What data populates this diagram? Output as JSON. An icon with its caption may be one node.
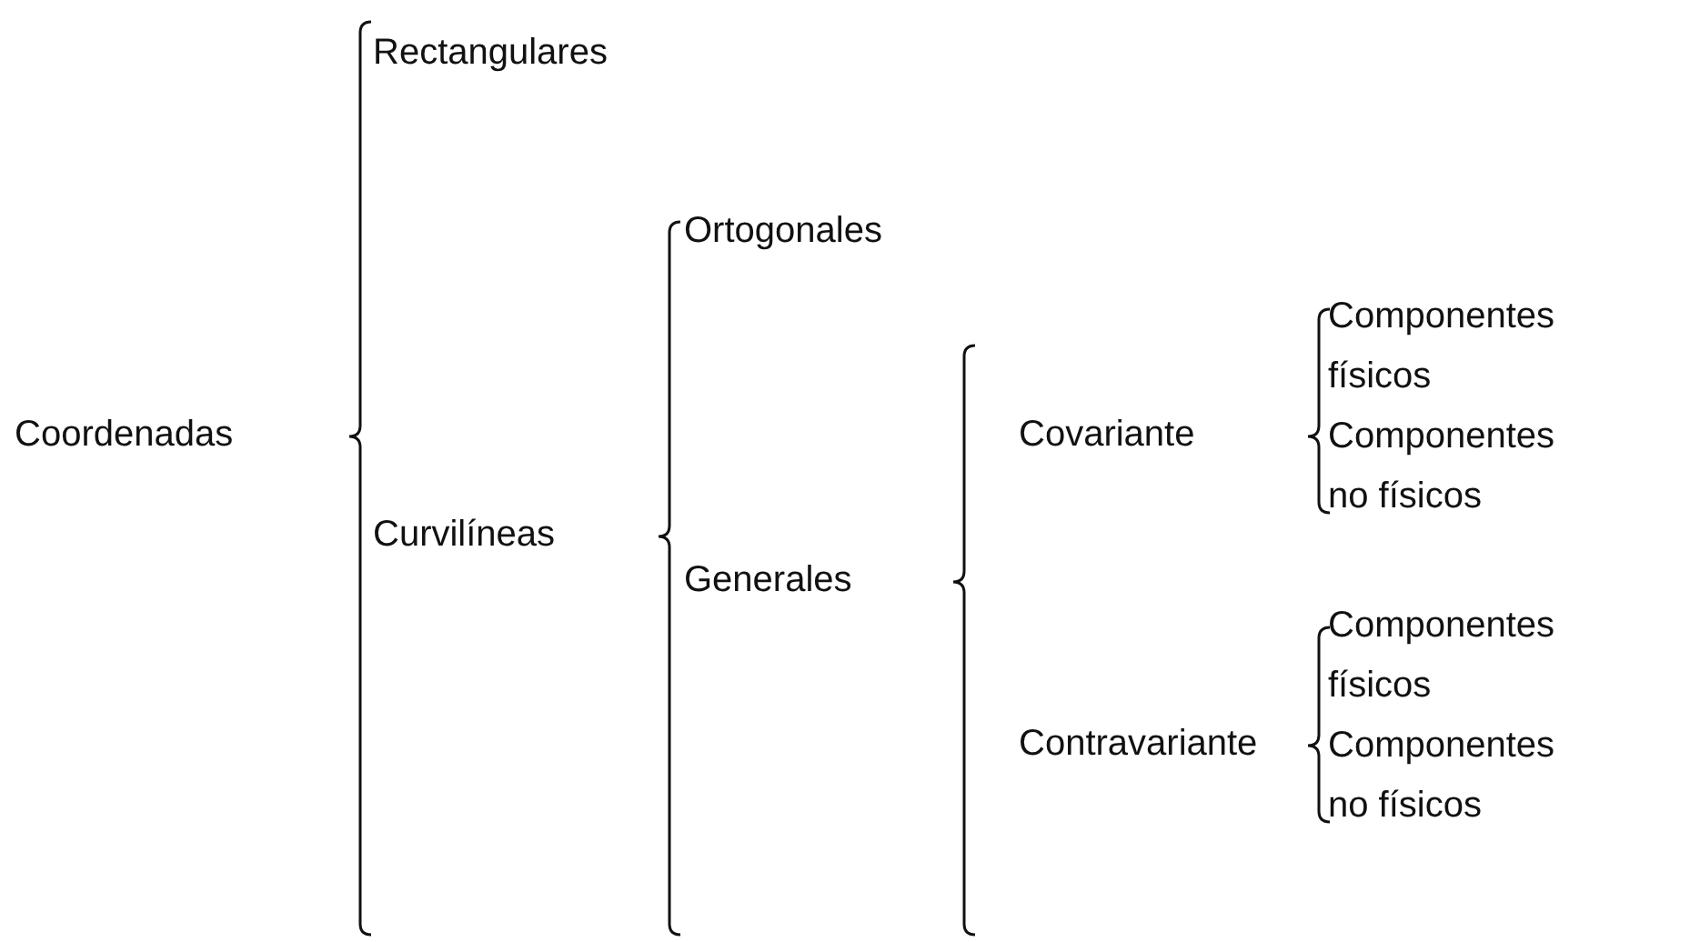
{
  "diagram": {
    "labels": [
      "Rectangulares",
      "Ortogonales",
      "Componentes físicos",
      "Coordenadas",
      "Covariante",
      "Componentes no físicos",
      "Curvilíneas",
      "Generales",
      "Componentes físicos",
      "Contravariante",
      "Componentes no físicos"
    ]
  }
}
